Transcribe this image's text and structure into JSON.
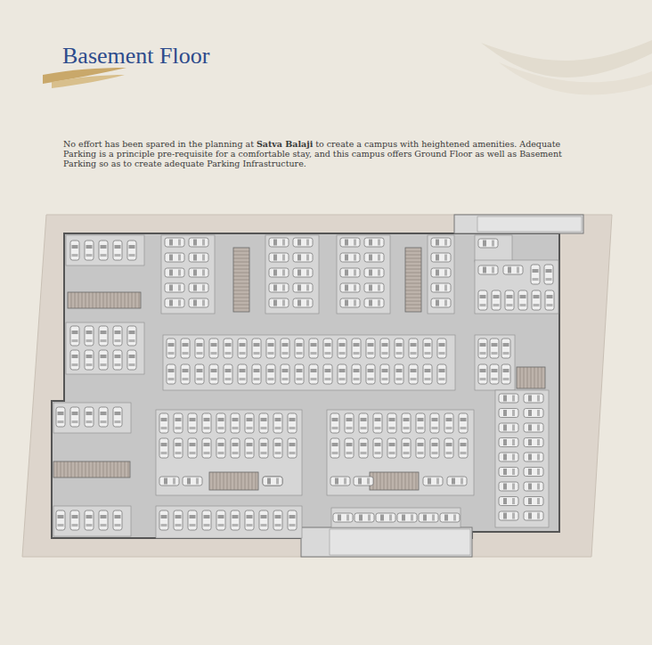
{
  "diagram": {
    "title": "Basement Floor",
    "labels": [
      "No effort has been spared in the planning at",
      "Satva Balaji",
      "to create a campus with heightened amenities. Adequate Parking is a principle pre-requisite for a comfortable stay, and this campus offers Ground Floor as well as Basement Parking so as to create adequate Parking Infrastructure."
    ]
  }
}
